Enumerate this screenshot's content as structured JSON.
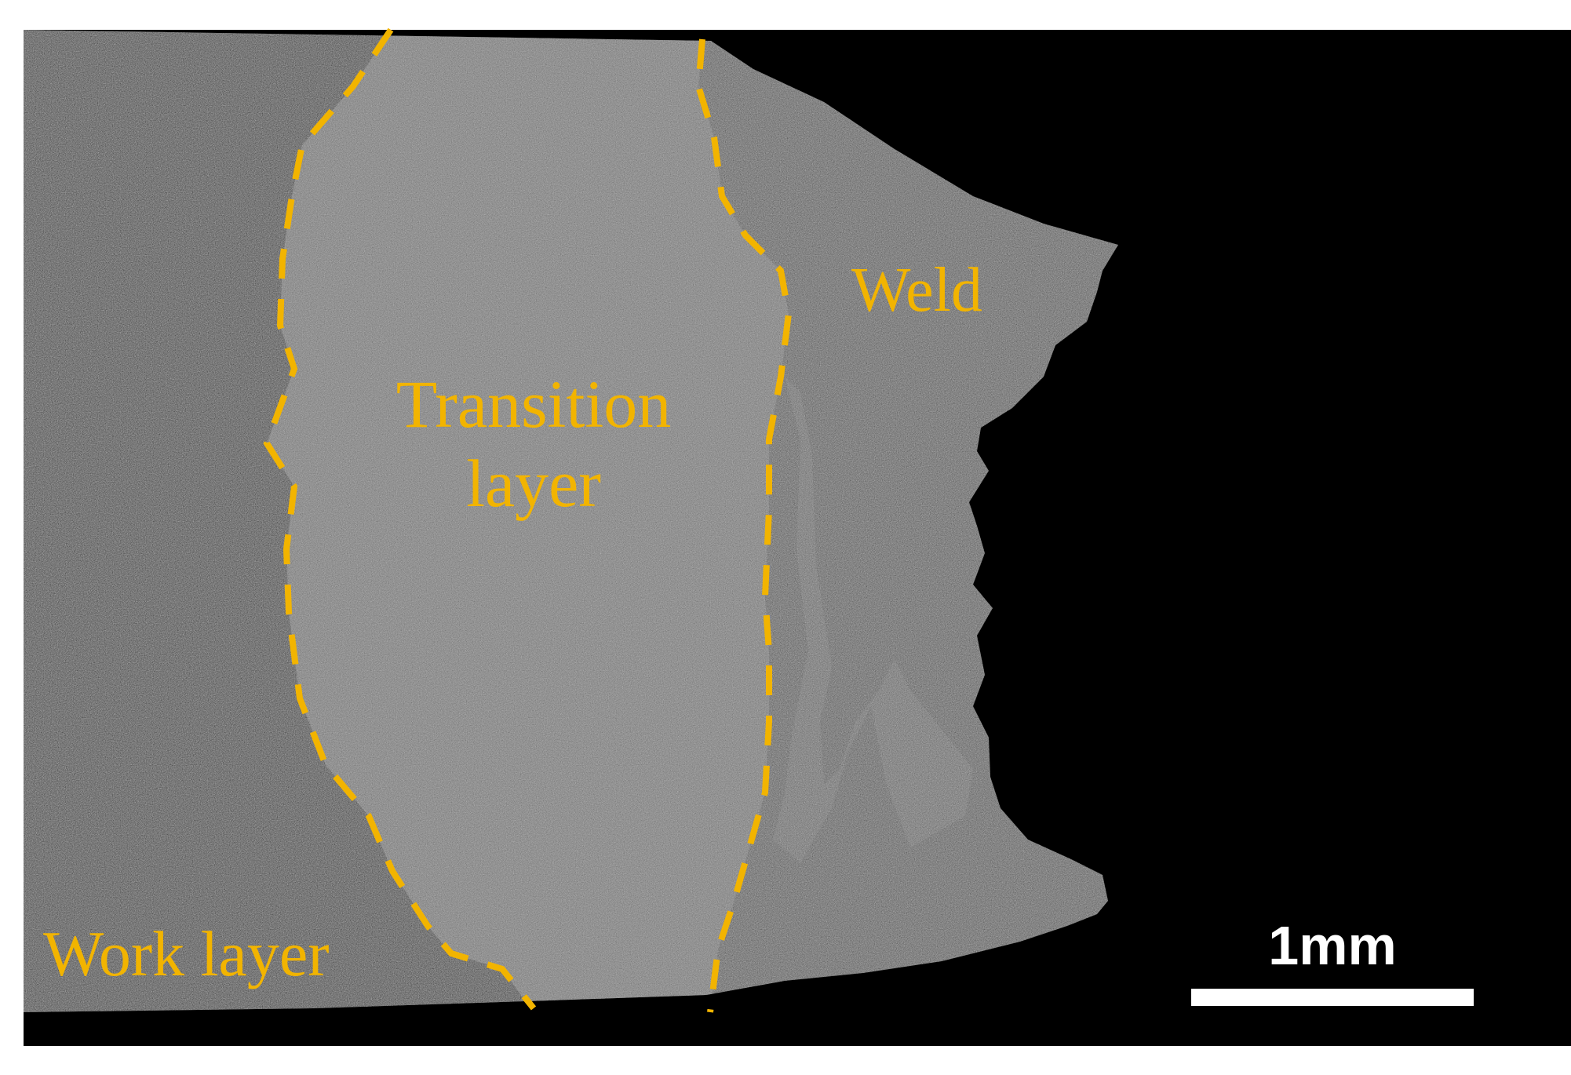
{
  "colors": {
    "label": "#f2b400",
    "boundary": "#f2b400",
    "background": "#000000",
    "frame": "#ffffff",
    "scale": "#ffffff",
    "work_layer_tone": "#3b3b3b",
    "transition_layer_tone": "#6e6e6e",
    "weld_tone": "#505050"
  },
  "regions": {
    "work_layer": "Work layer",
    "transition_layer": "Transition layer",
    "weld": "Weld"
  },
  "scale_bar": {
    "label": "1mm"
  }
}
